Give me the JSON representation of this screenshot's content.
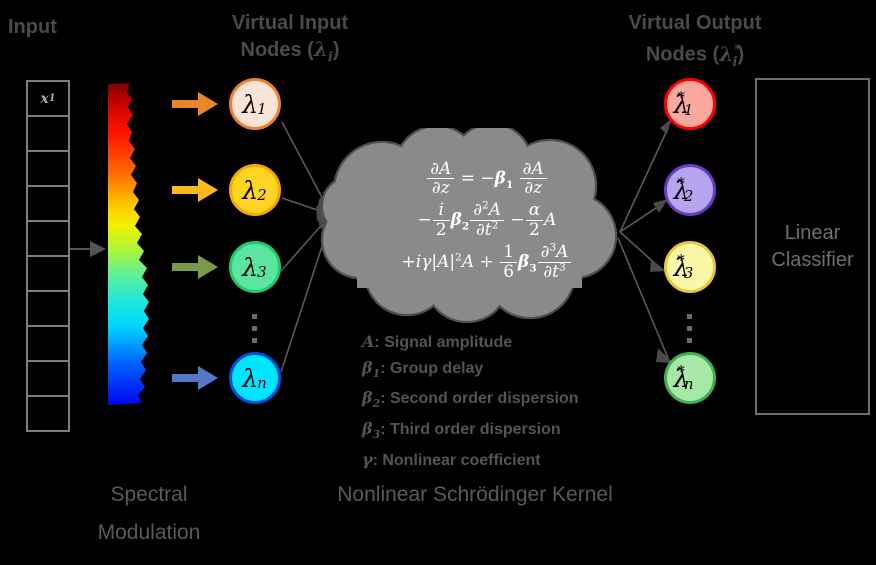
{
  "headings": {
    "input": "Input",
    "virtual_input_nodes": "Virtual Input\nNodes (λi)",
    "virtual_output_nodes": "Virtual Output\nNodes (λi*)"
  },
  "input_column": {
    "cell_count": 10,
    "cells": [
      "x1",
      "",
      "",
      "",
      "",
      "",
      "",
      "",
      "",
      ""
    ]
  },
  "spectral_band": {
    "colormap": "jet",
    "colors": [
      "#8B0000",
      "#FF0000",
      "#FF7F00",
      "#FFD400",
      "#EEFF00",
      "#7CFF4B",
      "#00FFD0",
      "#00E5FF",
      "#0080FF",
      "#0000FF"
    ]
  },
  "input_arrows": [
    {
      "name": "arrow-lambda-1",
      "color": "#E8862A"
    },
    {
      "name": "arrow-lambda-2",
      "color": "#FFB81C"
    },
    {
      "name": "arrow-lambda-3",
      "color": "#7A9A4A"
    },
    {
      "name": "arrow-lambda-n",
      "color": "#5577C8"
    }
  ],
  "input_nodes": [
    {
      "lam": "λ",
      "sub": "1",
      "fill": "#FAE4D5",
      "stroke": "#ED7D31"
    },
    {
      "lam": "λ",
      "sub": "2",
      "fill": "#FFD422",
      "stroke": "#F2A900"
    },
    {
      "lam": "λ",
      "sub": "3",
      "fill": "#5BE5A0",
      "stroke": "#1FC96E"
    },
    {
      "lam": "λ",
      "sub": "n",
      "fill": "#00E5FF",
      "stroke": "#0050E0"
    }
  ],
  "output_nodes": [
    {
      "lam": "λ",
      "star": "*",
      "sub": "1",
      "fill": "#F9A8A0",
      "stroke": "#FF0000"
    },
    {
      "lam": "λ",
      "star": "*",
      "sub": "2",
      "fill": "#B6A6F0",
      "stroke": "#6A3DBF"
    },
    {
      "lam": "λ",
      "star": "*",
      "sub": "3",
      "fill": "#FAF8A8",
      "stroke": "#E8C93A"
    },
    {
      "lam": "λ",
      "star": "*",
      "sub": "n",
      "fill": "#A6E8A6",
      "stroke": "#3FAF50"
    }
  ],
  "kernel": {
    "fill": "#8a8a8a",
    "stroke": "#4f4f4f",
    "equation_text": "∂A/∂z = −β1 ∂A/∂z − (i/2)β2 ∂²A/∂t² − (α/2)A + iγ|A|²A + (1/6)β3 ∂³A/∂t³"
  },
  "legend": [
    {
      "symbol": "A",
      "sub": "",
      "desc": ": Signal amplitude"
    },
    {
      "symbol": "β",
      "sub": "1",
      "desc": ": Group delay"
    },
    {
      "symbol": "β",
      "sub": "2",
      "desc": ": Second order dispersion"
    },
    {
      "symbol": "β",
      "sub": "3",
      "desc": ": Third order dispersion"
    },
    {
      "symbol": "γ",
      "sub": "",
      "desc": ": Nonlinear coefficient"
    }
  ],
  "classifier": {
    "label": "Linear\nClassifier"
  },
  "footer": {
    "spectral": "Spectral\nModulation",
    "kernel": "Nonlinear Schrödinger Kernel"
  }
}
